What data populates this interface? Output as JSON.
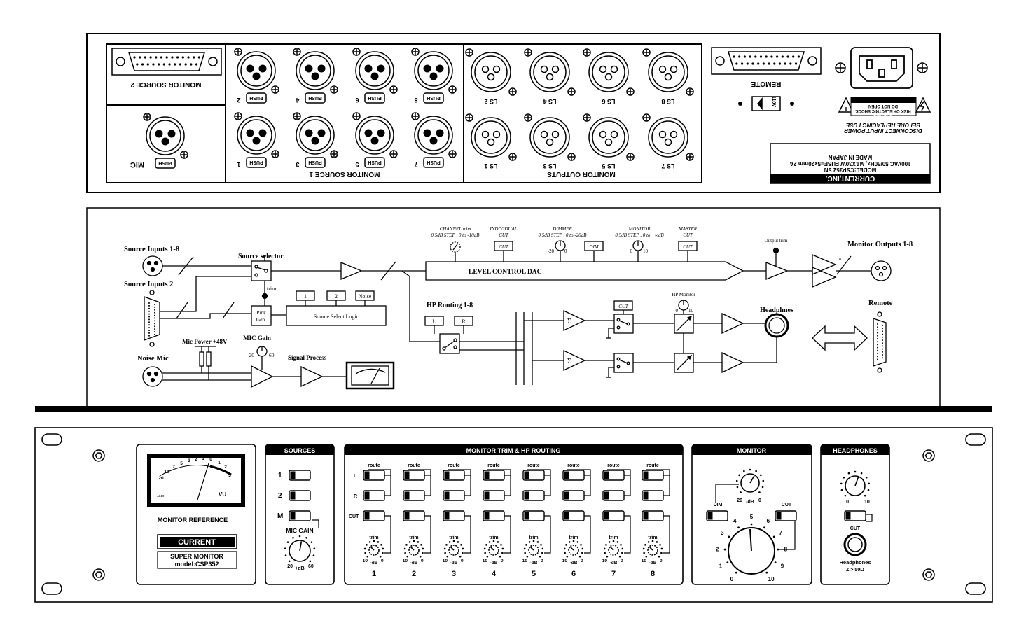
{
  "colors": {
    "ink": "#000000",
    "paper": "#ffffff"
  },
  "rear": {
    "monitor_source_2": "MONITOR SOURCE 2",
    "mic": "MIC",
    "push": "PUSH",
    "monitor_source_1": "MONITOR SOURCE 1",
    "monitor_outputs": "MONITOR OUTPUTS",
    "src_top_nums": [
      "2",
      "4",
      "6",
      "8"
    ],
    "src_bot_nums": [
      "1",
      "3",
      "5",
      "7"
    ],
    "ls_top": [
      "LS 2",
      "LS 4",
      "LS 6",
      "LS 8"
    ],
    "ls_bot": [
      "LS 1",
      "LS 3",
      "LS 5",
      "LS 7"
    ],
    "remote": "REMOTE",
    "voltage": "110V",
    "caution": "CAUTION",
    "caution_1": "RISK OF ELECTRIC SHOCK",
    "caution_2": "DO NOT OPEN",
    "disconnect_1": "DISCONNECT INPUT POWER",
    "disconnect_2": "BEFORE REPLACING FUSE",
    "model": "MODEL:CSP352 SN",
    "power": "100VAC 50/60Hz, MAX30W FUSE=5x20mm 2A",
    "made": "MADE IN JAPAN",
    "brand": "CURRENT,INC."
  },
  "diagram": {
    "source_inputs_1_8": "Source Inputs 1-8",
    "source_inputs_2": "Source Inputs 2",
    "source_selector": "Source selector",
    "trim": "trim",
    "pink_1": "Pink",
    "pink_2": "Gen.",
    "logic_buttons": [
      "1",
      "2",
      "Noise"
    ],
    "source_select_logic": "Source Select Logic",
    "channel_trim_1": "CHANNEL trim",
    "channel_trim_2": "0.5dB STEP , 0 to -10dB",
    "individual_cut_1": "INDIVIDUAL",
    "individual_cut_2": "CUT",
    "dimmer_1": "DIMMER",
    "dimmer_2": "0.5dB STEP , 0 to -20dB",
    "dimmer_scale_low": "-20",
    "dimmer_scale_high": "0",
    "monitor_1": "MONITOR",
    "monitor_2": "0.5dB STEP , 0 to −∞dB",
    "monitor_scale_low": "0",
    "monitor_scale_high": "10",
    "master_cut_1": "MASTER",
    "master_cut_2": "CUT",
    "cut": "CUT",
    "dim": "DIM",
    "level_control_dac": "LEVEL CONTROL DAC",
    "output_trim": "Output trim",
    "monitor_outputs_1_8": "Monitor Outputs 1-8",
    "hp_routing": "HP Routing 1-8",
    "l": "L",
    "r": "R",
    "sigma": "Σ",
    "hp_monitor": "HP Monitor",
    "hp_scale_low": "0",
    "hp_scale_high": "10",
    "headphones": "Headphnes",
    "remote": "Remote",
    "noise_mic": "Noise Mic",
    "mic_power": "Mic Power +48V",
    "mic_gain": "MIC Gain",
    "mic_gain_low": "20",
    "mic_gain_high": "60",
    "signal_process": "Signal Process",
    "bus_8": "8"
  },
  "front": {
    "vu_scale": [
      "20",
      "10",
      "7",
      "5",
      "3",
      "2",
      "1",
      "0",
      "1",
      "2",
      "3"
    ],
    "vu_label": "VU",
    "vu_model": "AL10",
    "monitor_reference": "MONITOR REFERENCE",
    "current": "CURRENT",
    "super_monitor": "SUPER MONITOR",
    "model": "model:CSP352",
    "sources_title": "SOURCES",
    "source_1": "1",
    "source_2": "2",
    "source_m": "M",
    "mic_gain": "MIC GAIN",
    "mic_gain_low": "20",
    "mic_gain_unit": "+dB",
    "mic_gain_high": "60",
    "trim_title": "MONITOR TRIM & HP ROUTING",
    "route": "route",
    "row_l": "L",
    "row_r": "R",
    "row_cut": "CUT",
    "trim": "trim",
    "trim_low": "10",
    "trim_unit": "-dB",
    "trim_high": "0",
    "channels": [
      "1",
      "2",
      "3",
      "4",
      "5",
      "6",
      "7",
      "8"
    ],
    "monitor_title": "MONITOR",
    "dim": "DIM",
    "dim_low": "20",
    "dim_unit": "-dB",
    "dim_high": "0",
    "cut": "CUT",
    "knob_scale": [
      "0",
      "1",
      "2",
      "3",
      "4",
      "5",
      "6",
      "7",
      "8",
      "9",
      "10"
    ],
    "headphones_title": "HEADPHONES",
    "hp_low": "0",
    "hp_high": "10",
    "hp_cut": "CUT",
    "hp_label": "Headphones",
    "hp_impedance": "Z > 50Ω"
  }
}
